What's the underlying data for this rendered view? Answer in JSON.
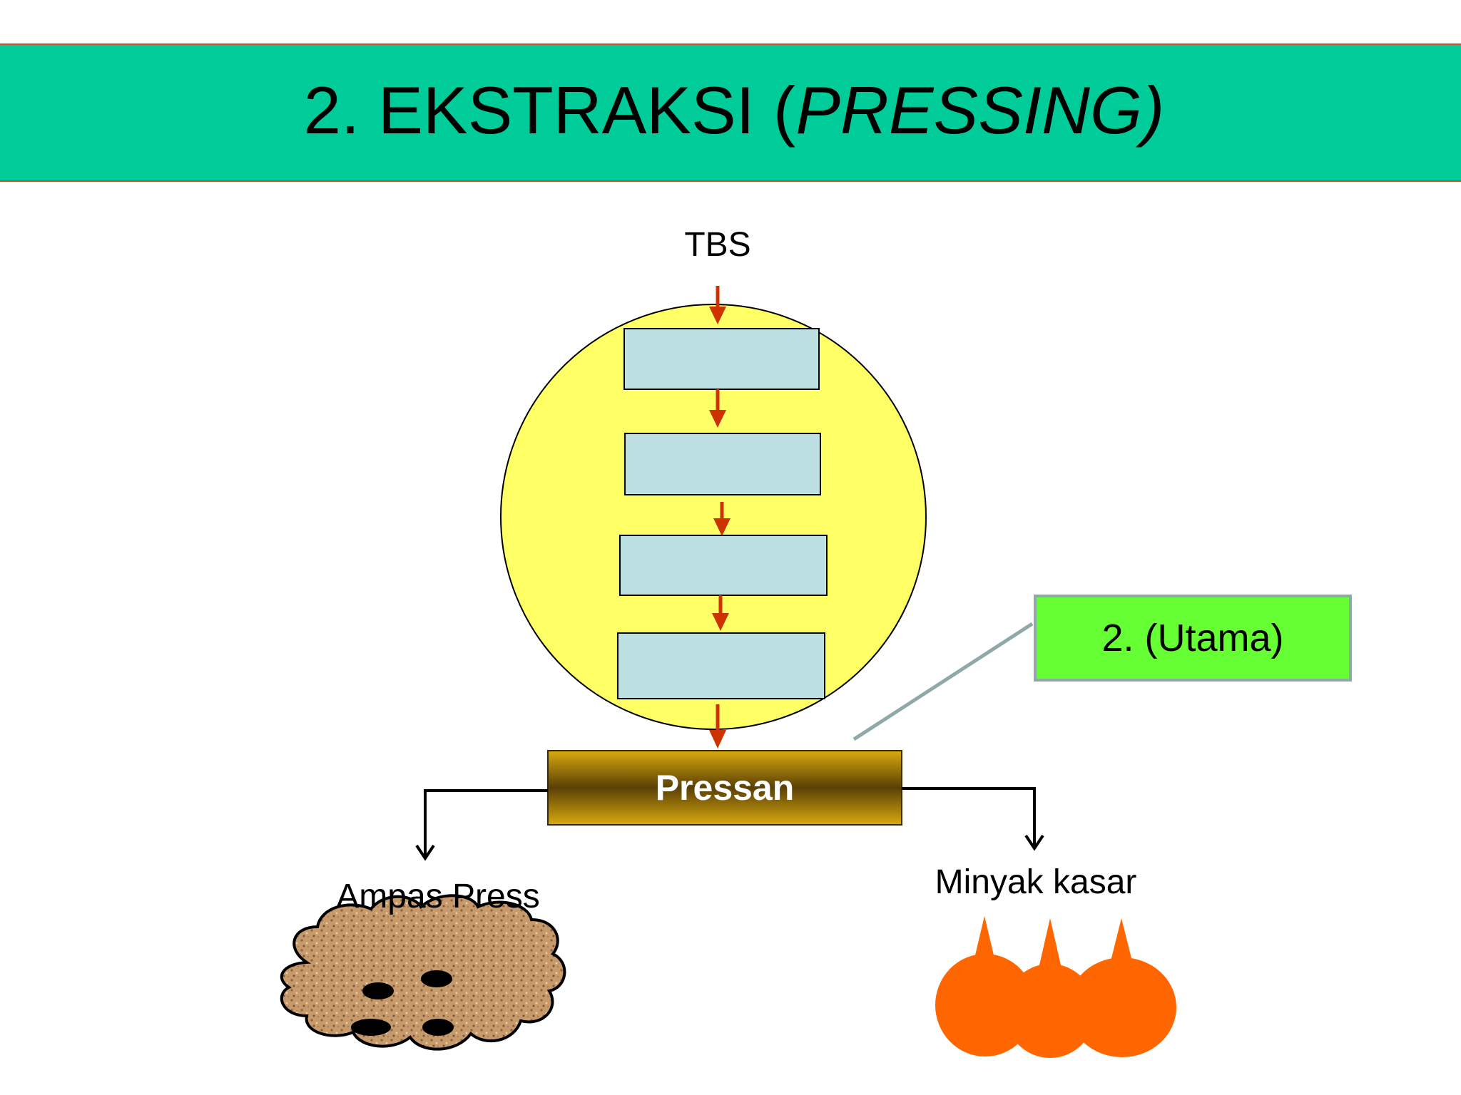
{
  "title": {
    "prefix": "2. EKSTRAKSI (",
    "italic": "PRESSING)"
  },
  "diagram": {
    "input_label": "TBS",
    "press_label": "Pressan",
    "callout_label": "2. (Utama)",
    "left_output_label": "Ampas Press",
    "right_output_label": "Minyak kasar",
    "process_steps": [
      "",
      "",
      "",
      ""
    ]
  },
  "colors": {
    "title_bar": "#00cc99",
    "circle_fill": "#ffff66",
    "step_box": "#bde0e3",
    "arrow_red": "#cc3300",
    "callout_fill": "#66ff33",
    "oil_orange": "#ff6600",
    "press_gold": "#c99a0e"
  }
}
